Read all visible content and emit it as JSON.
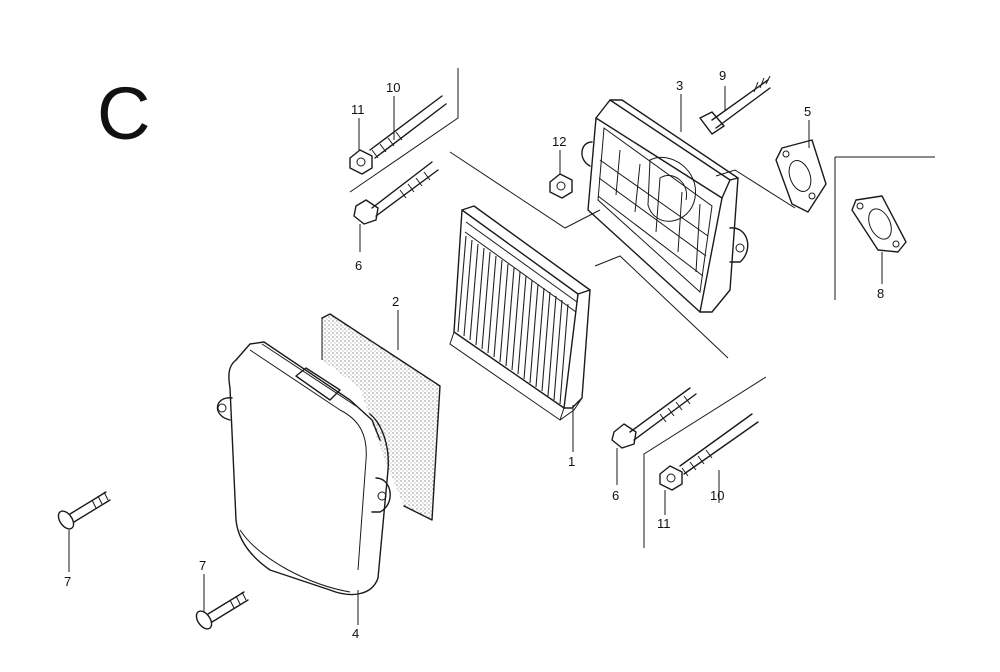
{
  "diagram": {
    "section_letter": "C",
    "callouts": {
      "filter_element": "1",
      "pre_filter": "2",
      "case": "3",
      "cover": "4",
      "gasket_5": "5",
      "bolt_6_top": "6",
      "bolt_6_bottom": "6",
      "screw_7_left": "7",
      "screw_7_bottom": "7",
      "gasket_8": "8",
      "stud_9": "9",
      "bolt_10_top": "10",
      "bolt_10_bottom": "10",
      "nut_11_top": "11",
      "nut_11_bottom": "11",
      "nut_12": "12"
    }
  }
}
